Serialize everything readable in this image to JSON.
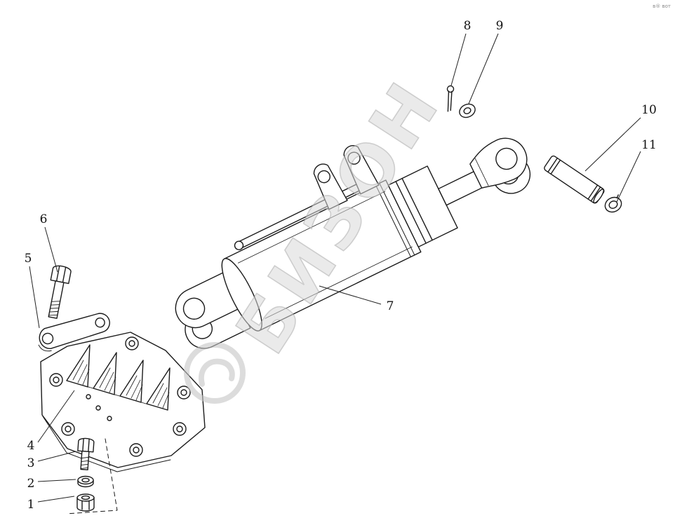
{
  "diagram": {
    "line_color": "#1a1a1a",
    "watermark_text": "БИЗОН",
    "watermark_color": "#c9c9c9",
    "corner_text": "в® вот"
  },
  "callouts": [
    {
      "label": "1",
      "part": "hex-nut"
    },
    {
      "label": "2",
      "part": "washer-small"
    },
    {
      "label": "3",
      "part": "bolt-small"
    },
    {
      "label": "4",
      "part": "finned-mounting-bracket"
    },
    {
      "label": "5",
      "part": "link-plate"
    },
    {
      "label": "6",
      "part": "hex-bolt"
    },
    {
      "label": "7",
      "part": "hydraulic-cylinder"
    },
    {
      "label": "8",
      "part": "cotter-pin"
    },
    {
      "label": "9",
      "part": "pin-washer"
    },
    {
      "label": "10",
      "part": "clevis-pin"
    },
    {
      "label": "11",
      "part": "lock-ring"
    }
  ]
}
